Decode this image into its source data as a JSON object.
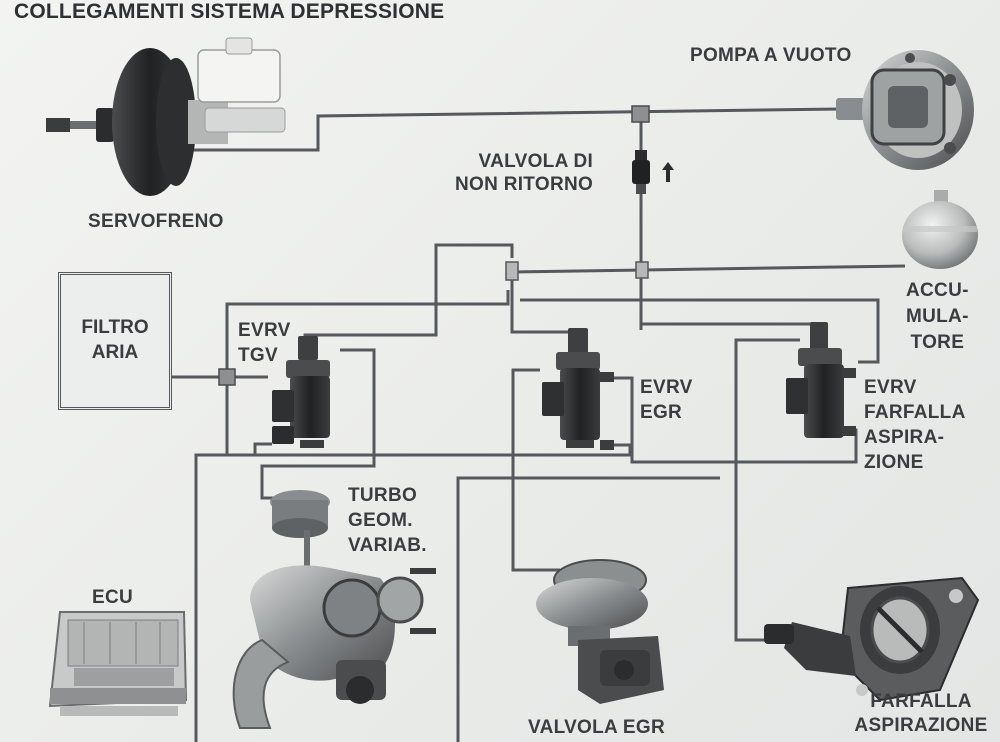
{
  "title": "COLLEGAMENTI SISTEMA DEPRESSIONE",
  "labels": {
    "servofreno": "SERVOFRENO",
    "pompa_vuoto": "POMPA A VUOTO",
    "valvola_non_ritorno": "VALVOLA DI\nNON RITORNO",
    "accumulatore": "ACCU-\nMULA-\nTORE",
    "filtro_aria": "FILTRO\nARIA",
    "evrv_tgv": "EVRV\nTGV",
    "evrv_egr": "EVRV\nEGR",
    "evrv_farfalla": "EVRV\nFARFALLA\nASPIRA-\nZIONE",
    "turbo": "TURBO\nGEOM.\nVARIAB.",
    "ecu": "ECU",
    "valvola_egr": "VALVOLA EGR",
    "farfalla_aspirazione": "FARFALLA\nASPIRAZIONE"
  },
  "colors": {
    "line": "#55585c",
    "component_dark": "#2a2c2e",
    "component_mid": "#6f7274",
    "component_light": "#c9cbca"
  }
}
